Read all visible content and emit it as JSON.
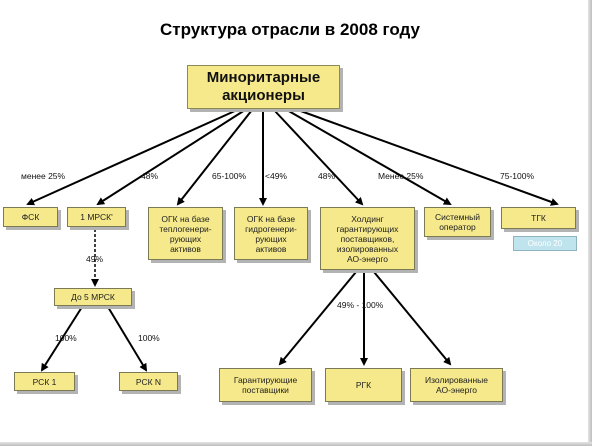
{
  "title": "Структура отрасли в 2008 году",
  "nodes": {
    "top": "Миноритарные\nакционеры",
    "fsk": "ФСК",
    "mrsk1": "1 МРСК'",
    "ogk_thermal": "ОГК на базе\nтеплогенери-\nрующих\nактивов",
    "ogk_hydro": "ОГК на базе\nгидрогенери-\nрующих\nактивов",
    "holding": "Холдинг\nгарантирующих\nпоставщиков,\nизолированных\nАО-энерго",
    "system_operator": "Системный\nоператор",
    "tgk": "ТГК",
    "tgk_shadow": "Около 20",
    "mrsk5": "До  5  МРСК",
    "rsk1": "РСК 1",
    "rskn": "РСК N",
    "guarantee": "Гарантирующие\nпоставщики",
    "rgk": "РГК",
    "isolated": "Изолированные\nАО-энерго"
  },
  "labels": {
    "fsk": "менее 25%",
    "mrsk1": "48%",
    "ogk_thermal": "65-100%",
    "ogk_hydro": "<49%",
    "holding": "48%",
    "system_operator": "Менее 25%",
    "tgk": "75-100%",
    "mrsk5": "49%",
    "rsk1": "100%",
    "rskn": "100%",
    "holding_children": "49%  -  100%"
  },
  "colors": {
    "box_fill": "#f5e98c",
    "shadow_card": "#bfe4ee"
  }
}
